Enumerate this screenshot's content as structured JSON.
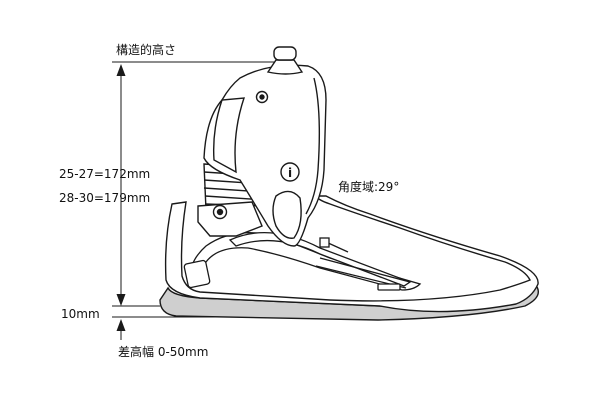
{
  "labels": {
    "structural_height": "構造的高さ",
    "height_25_27": "25-27=172mm",
    "height_28_30": "28-30=179mm",
    "angle_range": "角度域:29°",
    "thickness": "10mm",
    "heel_height": "差高幅 0-50mm"
  },
  "logo": {
    "text": "i"
  },
  "colors": {
    "line": "#1a1a1a",
    "sole": "#cfcfcf",
    "body": "#ffffff"
  }
}
